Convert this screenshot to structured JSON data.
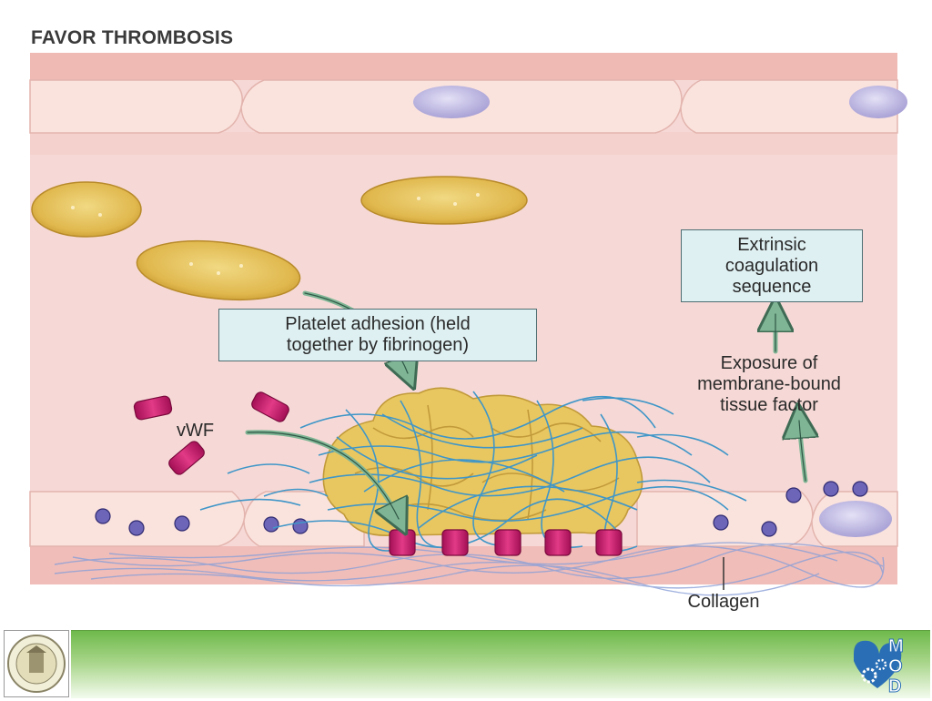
{
  "title": "FAVOR THROMBOSIS",
  "labels": {
    "vwf": "vWF",
    "collagen": "Collagen",
    "exposure": [
      "Exposure of",
      "membrane-bound",
      "tissue factor"
    ]
  },
  "boxes": {
    "platelet": [
      "Platelet adhesion (held",
      "together by fibrinogen)"
    ],
    "extrinsic": [
      "Extrinsic",
      "coagulation",
      "sequence"
    ]
  },
  "footer": {
    "seal_icon": "university-seal-icon",
    "logo_icon": "mod-logo-icon",
    "logo_letters": [
      "M",
      "O",
      "D"
    ]
  },
  "colors": {
    "vessel_wall": "#f3c7c2",
    "lumen": "#f6d9d6",
    "endothelial_cell": "#fbe3dd",
    "nucleus": "#c8c3e6",
    "platelet": "#e8c45a",
    "fibrin": "#4fa3d0",
    "vwf": "#d31c72",
    "label_box": "#dff0f2",
    "arrow": "#8cbfa2",
    "footer_green": "#6fba4c"
  }
}
